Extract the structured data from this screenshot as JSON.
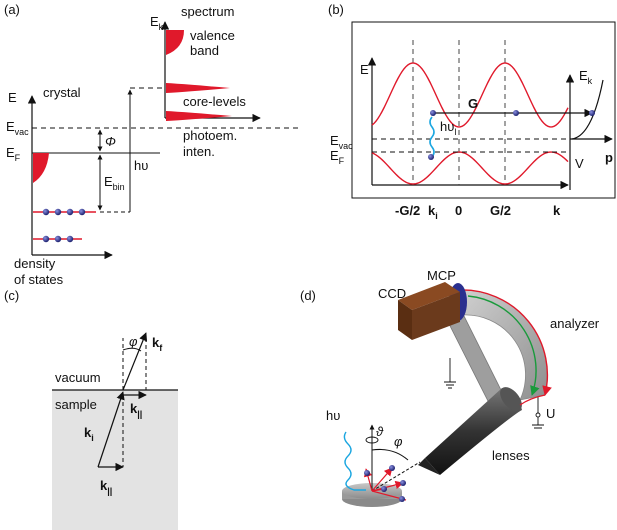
{
  "panels": {
    "a": {
      "tag": "(a)",
      "axis_e": "E",
      "axis_ek": "E",
      "axis_ek_sub": "k",
      "crystal": "crystal",
      "spectrum": "spectrum",
      "valence_1": "valence",
      "valence_2": "band",
      "core_levels": "core-levels",
      "photoem_1": "photoem.",
      "photoem_2": "inten.",
      "e_vac": "E",
      "e_vac_sub": "vac",
      "e_f": "E",
      "e_f_sub": "F",
      "phi": "Φ",
      "e_bin": "E",
      "e_bin_sub": "bin",
      "hv": "hυ",
      "dos_1": "density",
      "dos_2": "of states"
    },
    "b": {
      "tag": "(b)",
      "axis_e": "E",
      "e_k": "E",
      "e_k_sub": "k",
      "g": "G",
      "hv": "hυ",
      "hv_sub": "l",
      "e_vac": "E",
      "e_vac_sub": "vac",
      "e_f": "E",
      "e_f_sub": "F",
      "v": "V",
      "p": "p",
      "tick_neg_g2": "-G/2",
      "tick_ki": "k",
      "tick_ki_sub": "i",
      "tick_zero": "0",
      "tick_g2": "G/2",
      "axis_k": "k"
    },
    "c": {
      "tag": "(c)",
      "phi": "φ",
      "kf": "k",
      "kf_sub": "f",
      "vacuum": "vacuum",
      "sample": "sample",
      "k_par_top": "k",
      "k_par_top_sub": "||",
      "ki": "k",
      "ki_sub": "i",
      "k_par_bot": "k",
      "k_par_bot_sub": "||"
    },
    "d": {
      "tag": "(d)",
      "mcp": "MCP",
      "ccd": "CCD",
      "analyzer": "analyzer",
      "u": "U",
      "hv": "hυ",
      "theta": "ϑ",
      "phi": "φ",
      "lenses": "lenses"
    }
  },
  "colors": {
    "red": "#e0192b",
    "blue_dot": "#2a2f8f",
    "cyan": "#1ba6e0",
    "green": "#1a9a3c",
    "brown": "#6b3a1c",
    "gray_ring": "#9a9a9a",
    "sample_gray": "#e3e3e3"
  }
}
